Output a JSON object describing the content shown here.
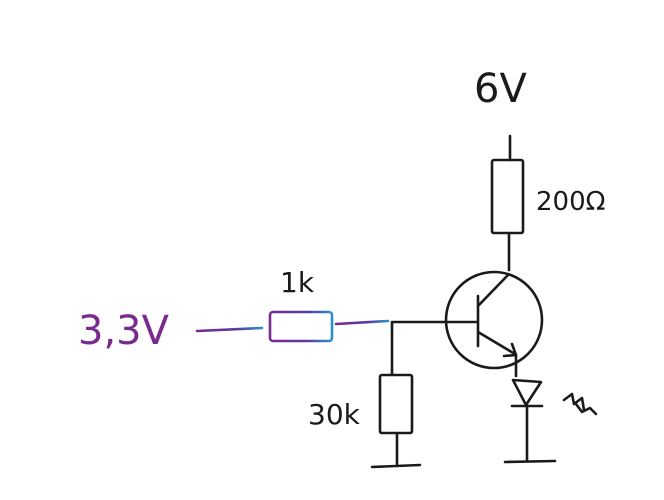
{
  "labels": {
    "supply_voltage": "6V",
    "input_voltage": "3,3V",
    "base_resistor": "1k",
    "pulldown_resistor": "30k",
    "collector_resistor": "200Ω"
  },
  "colors": {
    "ink": "#1a1a1a",
    "input_purple": "#7a2a8e",
    "input_blue": "#2a8fd0"
  }
}
